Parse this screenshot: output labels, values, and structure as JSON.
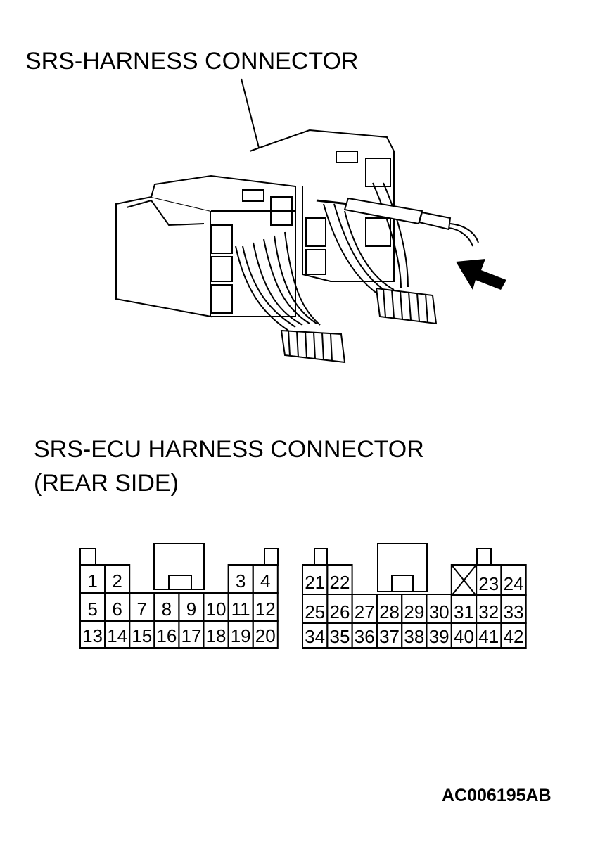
{
  "labels": {
    "harness_connector": "SRS-HARNESS CONNECTOR",
    "ecu_connector_line1": "SRS-ECU HARNESS CONNECTOR",
    "ecu_connector_line2": "(REAR SIDE)",
    "figure_id": "AC006195AB"
  },
  "connector_left": {
    "row1": [
      "1",
      "2",
      "",
      "",
      "",
      "",
      "3",
      "4"
    ],
    "row2": [
      "5",
      "6",
      "7",
      "8",
      "9",
      "10",
      "11",
      "12"
    ],
    "row3": [
      "13",
      "14",
      "15",
      "16",
      "17",
      "18",
      "19",
      "20"
    ]
  },
  "connector_right": {
    "row1": [
      "21",
      "22",
      "",
      "",
      "",
      "",
      "23",
      "24"
    ],
    "row2": [
      "25",
      "26",
      "27",
      "28",
      "29",
      "30",
      "31",
      "32",
      "33"
    ],
    "row3": [
      "34",
      "35",
      "36",
      "37",
      "38",
      "39",
      "40",
      "41",
      "42"
    ]
  }
}
